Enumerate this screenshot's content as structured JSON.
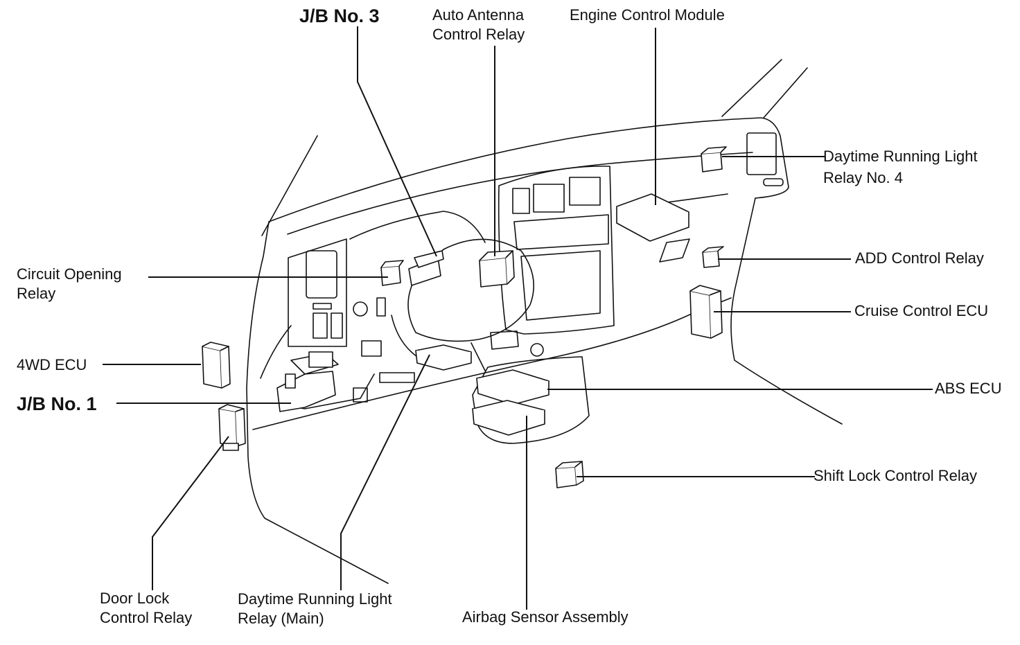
{
  "labels": {
    "jb3": "J/B No. 3",
    "auto_antenna_1": "Auto Antenna",
    "auto_antenna_2": "Control Relay",
    "ecm": "Engine Control Module",
    "drl4_1": "Daytime Running Light",
    "drl4_2": "Relay No. 4",
    "circuit_opening_1": "Circuit Opening",
    "circuit_opening_2": "Relay",
    "add_relay": "ADD Control Relay",
    "cruise_ecu": "Cruise Control ECU",
    "ecu_4wd": "4WD ECU",
    "abs_ecu": "ABS ECU",
    "jb1": "J/B No. 1",
    "shift_lock": "Shift Lock Control Relay",
    "door_lock_1": "Door Lock",
    "door_lock_2": "Control Relay",
    "drl_main_1": "Daytime Running Light",
    "drl_main_2": "Relay (Main)",
    "airbag": "Airbag Sensor Assembly"
  }
}
